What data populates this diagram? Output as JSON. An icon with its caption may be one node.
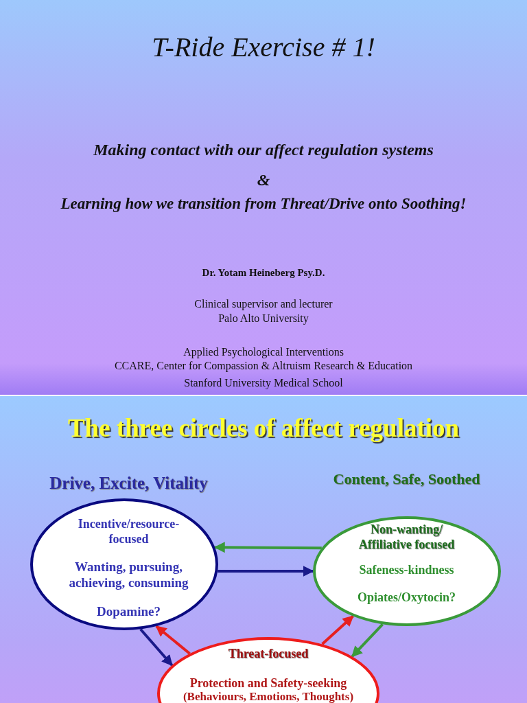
{
  "diagram": {
    "title": "T-Ride Exercise # 1!",
    "nodes": [
      {
        "text": [
          "Drive, Excite, Vitality",
          "Incentive/resource-focused",
          "Wanting, pursuing, achieving, consuming",
          "Dopamine?"
        ]
      },
      {
        "text": [
          "Content, Safe, Soothed",
          "Non-wanting/ Affiliative focused",
          "Safeness-kindness",
          "Opiates/Oxytocin?"
        ]
      },
      {
        "text": [
          "Threat-focused",
          "Protection and Safety-seeking",
          "(Behaviours, Emotions, Thoughts)"
        ]
      }
    ],
    "edges": [
      {
        "from": 1,
        "to": 0,
        "arrow": "to",
        "color": "#3a9a3a"
      },
      {
        "from": 0,
        "to": 1,
        "arrow": "to",
        "color": "#1a1a8a"
      },
      {
        "from": 0,
        "to": 2,
        "arrow": "to",
        "color": "#1a1a8a"
      },
      {
        "from": 2,
        "to": 0,
        "arrow": "to",
        "color": "#e62020"
      },
      {
        "from": 2,
        "to": 1,
        "arrow": "to",
        "color": "#e62020"
      },
      {
        "from": 1,
        "to": 2,
        "arrow": "to",
        "color": "#3a9a3a"
      }
    ],
    "labels": [
      "Making contact with our affect regulation systems",
      "&",
      "Learning how we transition from Threat/Drive onto Soothing!",
      "Dr. Yotam Heineberg Psy.D.",
      "Clinical supervisor and lecturer",
      "Palo Alto University",
      "Applied Psychological Interventions",
      "CCARE, Center for Compassion & Altruism Research & Education",
      "Stanford University Medical School",
      "The three circles of affect regulation"
    ]
  }
}
